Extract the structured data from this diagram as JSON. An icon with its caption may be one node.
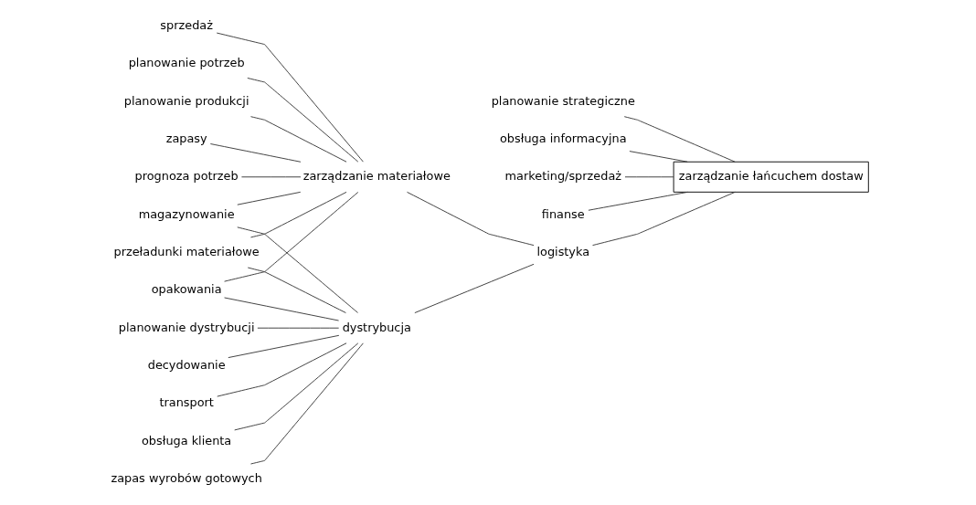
{
  "diagram": {
    "nodes": [
      {
        "text": [
          "prognoza potrzeb"
        ]
      },
      {
        "text": [
          "sprzedaż"
        ]
      },
      {
        "text": [
          "planowanie potrzeb"
        ]
      },
      {
        "text": [
          "planowanie produkcji"
        ]
      },
      {
        "text": [
          "zapasy"
        ]
      },
      {
        "text": [
          "magazynowanie"
        ]
      },
      {
        "text": [
          "przeładunki materiałowe"
        ]
      },
      {
        "text": [
          "opakowania"
        ]
      },
      {
        "text": [
          "zapas wyrobów gotowych"
        ]
      },
      {
        "text": [
          "planowanie dystrybucji"
        ]
      },
      {
        "text": [
          "decydowanie"
        ]
      },
      {
        "text": [
          "transport"
        ]
      },
      {
        "text": [
          "obsługa klienta"
        ]
      },
      {
        "text": [
          "planowanie strategiczne"
        ]
      },
      {
        "text": [
          "obsługa informacyjna"
        ]
      },
      {
        "text": [
          "marketing/sprzedaż"
        ]
      },
      {
        "text": [
          "finanse"
        ]
      },
      {
        "text": [
          "zarządzanie materiałowe"
        ]
      },
      {
        "text": [
          "dystrybucja"
        ]
      },
      {
        "text": [
          "logistyka"
        ]
      },
      {
        "text": [
          "zarządzanie łańcuchem dostaw"
        ]
      }
    ],
    "edges": [
      {
        "from": 0,
        "to": 17,
        "arrow": "none"
      },
      {
        "from": 1,
        "to": 17,
        "arrow": "none"
      },
      {
        "from": 2,
        "to": 17,
        "arrow": "none"
      },
      {
        "from": 3,
        "to": 17,
        "arrow": "none"
      },
      {
        "from": 4,
        "to": 17,
        "arrow": "none"
      },
      {
        "from": 5,
        "to": 17,
        "arrow": "none"
      },
      {
        "from": 6,
        "to": 17,
        "arrow": "none"
      },
      {
        "from": 7,
        "to": 17,
        "arrow": "none"
      },
      {
        "from": 5,
        "to": 18,
        "arrow": "none"
      },
      {
        "from": 6,
        "to": 18,
        "arrow": "none"
      },
      {
        "from": 7,
        "to": 18,
        "arrow": "none"
      },
      {
        "from": 8,
        "to": 18,
        "arrow": "none"
      },
      {
        "from": 9,
        "to": 18,
        "arrow": "none"
      },
      {
        "from": 10,
        "to": 18,
        "arrow": "none"
      },
      {
        "from": 11,
        "to": 18,
        "arrow": "none"
      },
      {
        "from": 12,
        "to": 18,
        "arrow": "none"
      },
      {
        "from": 17,
        "to": 19,
        "arrow": "none"
      },
      {
        "from": 18,
        "to": 19,
        "arrow": "none"
      },
      {
        "from": 19,
        "to": 20,
        "arrow": "none"
      },
      {
        "from": 13,
        "to": 20,
        "arrow": "none"
      },
      {
        "from": 14,
        "to": 20,
        "arrow": "none"
      },
      {
        "from": 15,
        "to": 20,
        "arrow": "none"
      },
      {
        "from": 16,
        "to": 20,
        "arrow": "none"
      }
    ]
  }
}
